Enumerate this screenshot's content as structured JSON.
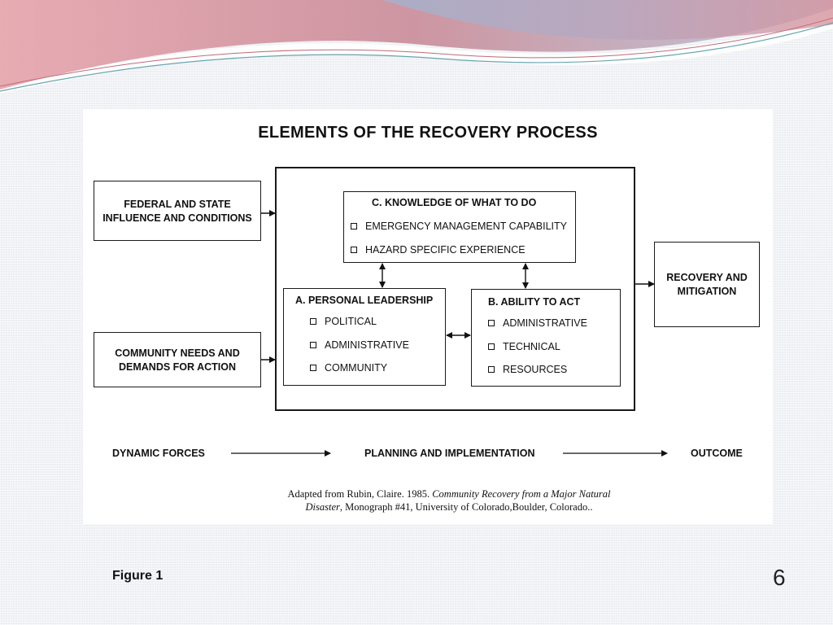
{
  "diagram": {
    "title": "ELEMENTS OF THE RECOVERY PROCESS",
    "left_boxes": {
      "federal": [
        "FEDERAL AND STATE",
        "INFLUENCE AND CONDITIONS"
      ],
      "community": [
        "COMMUNITY NEEDS AND",
        "DEMANDS FOR ACTION"
      ]
    },
    "knowledge": {
      "title": "C.  KNOWLEDGE OF WHAT TO DO",
      "items": [
        "EMERGENCY MANAGEMENT CAPABILITY",
        "HAZARD SPECIFIC  EXPERIENCE"
      ]
    },
    "leadership": {
      "title": "A.  PERSONAL LEADERSHIP",
      "items": [
        "POLITICAL",
        "ADMINISTRATIVE",
        "COMMUNITY"
      ]
    },
    "ability": {
      "title": "B.  ABILITY TO ACT",
      "items": [
        "ADMINISTRATIVE",
        "TECHNICAL",
        "RESOURCES"
      ]
    },
    "outcome_box": [
      "RECOVERY AND",
      "MITIGATION"
    ],
    "forces": {
      "dynamic": "DYNAMIC FORCES",
      "planning": "PLANNING AND IMPLEMENTATION",
      "outcome": "OUTCOME"
    },
    "citation": {
      "line1_plain": "Adapted from Rubin, Claire. 1985. ",
      "line1_italic": "Community Recovery from a Major Natural",
      "line2_italic": "Disaster",
      "line2_plain": ", Monograph #41, University of Colorado,Boulder, Colorado.."
    }
  },
  "slide": {
    "footer_label": "Figure 1",
    "page_number": "6"
  },
  "colors": {
    "wave_red": "#c77a86",
    "wave_blue": "#8aa6c4",
    "wave_teal": "#5f9aa8"
  }
}
